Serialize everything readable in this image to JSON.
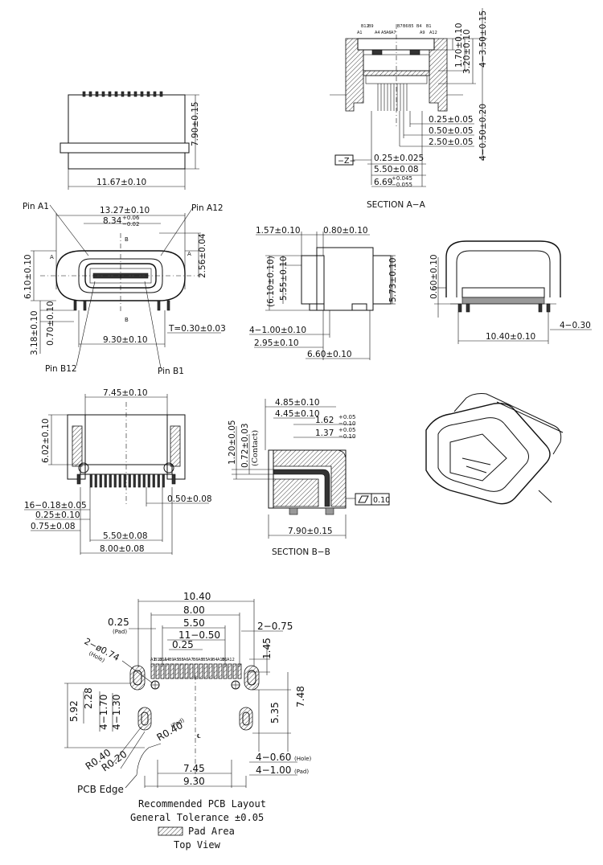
{
  "section_aa": {
    "dims_right": [
      "1.70±0.10",
      "3.20±0.10",
      "4−3.50±0.15",
      "4−0.50±0.20"
    ],
    "dims_bottom": [
      "0.25±0.05",
      "0.50±0.05",
      "2.50±0.05"
    ],
    "datum": "−Z−",
    "dim_a": "0.25±0.025",
    "dim_b": "5.50±0.08",
    "dim_c_base": "6.69",
    "dim_c_tol_upper": "+0.045",
    "dim_c_tol_lower": "−0.055",
    "pin_labels": [
      "B12",
      "B9",
      "A1",
      "A4",
      "A5",
      "A6",
      "A7",
      "B7",
      "B6",
      "B5",
      "B4",
      "B1",
      "A9",
      "A12"
    ],
    "caption": "SECTION A−A"
  },
  "side_view": {
    "height_dim": "7.90±0.15",
    "width_dim": "11.67±0.10"
  },
  "front_view": {
    "pin_a1": "Pin A1",
    "pin_a12": "Pin A12",
    "pin_b12": "Pin B12",
    "pin_b1": "Pin B1",
    "dim_top": "13.27±0.10",
    "dim_inner_base": "8.34",
    "dim_inner_tol_upper": "+0.06",
    "dim_inner_tol_lower": "−0.02",
    "dim_right": "2.56±0.04",
    "dim_left": "6.10±0.10",
    "dim_bottom_left_a": "3.18±0.10",
    "dim_bottom_left_b": "0.70±0.10",
    "dim_bottom": "9.30±0.10",
    "dim_t": "T=0.30±0.03",
    "section_mark": "A",
    "section_mark_b": "B"
  },
  "mid_view": {
    "dim_top_left": "1.57±0.10",
    "dim_top_right": "0.80±0.10",
    "dim_left_a": "(6.10±0.10)",
    "dim_left_b": "5.55±0.10",
    "dim_right": "5.73±0.10",
    "dim_bottom_a": "4−1.00±0.10",
    "dim_bottom_b": "2.95±0.10",
    "dim_bottom_c": "6.60±0.10"
  },
  "right_view": {
    "dim_left": "0.60±0.10",
    "dim_bottom": "10.40±0.10",
    "dim_right": "4−0.30"
  },
  "bottom_left_view": {
    "dim_top": "7.45±0.10",
    "dim_left": "6.02±0.10",
    "dim_pins": "16−0.18±0.05",
    "dim_a": "0.25±0.10",
    "dim_b": "0.75±0.08",
    "dim_right": "0.50±0.08",
    "dim_c": "5.50±0.08",
    "dim_d": "8.00±0.08"
  },
  "section_bb": {
    "dim_a": "4.85±0.10",
    "dim_b": "4.45±0.10",
    "dim_c_base": "1.62",
    "dim_c_tol_upper": "+0.05",
    "dim_c_tol_lower": "−0.10",
    "dim_d_base": "1.37",
    "dim_d_tol_upper": "+0.05",
    "dim_d_tol_lower": "−0.10",
    "dim_left_a": "1.20±0.05",
    "dim_left_b": "0.72±0.03",
    "contact_label": "(Contact)",
    "flatness": "0.10",
    "dim_bottom": "7.90±0.15",
    "caption": "SECTION B−B"
  },
  "pcb_layout": {
    "dim_top": "10.40",
    "dim_b": "8.00",
    "dim_c": "5.50",
    "dim_pad_width": "0.25",
    "pad_label": "(Pad)",
    "dim_slots": "2−0.75",
    "dim_pitch": "11−0.50",
    "dim_gap": "0.25",
    "dim_right_top": "1.45",
    "dim_holes": "2−ø0.74",
    "hole_label": "(Hole)",
    "dim_left_outer": "5.92",
    "dim_left_a": "2.28",
    "dim_left_b": "4−1.70",
    "dim_left_c": "4−1.30",
    "dim_right_a": "5.35",
    "dim_right_b": "7.48",
    "dim_radius_pad": "R0.40",
    "radius_pad_label": "(Pad)",
    "dim_r040": "R0.40",
    "dim_r020": "R0.20",
    "dim_bottom_a": "7.45",
    "dim_bottom_b": "9.30",
    "dim_hole_slot": "4−0.60",
    "hole_slot_label": "(Hole)",
    "dim_pad_slot": "4−1.00",
    "pad_slot_label": "(Pad)",
    "pcb_edge": "PCB Edge",
    "pin_row_labels": [
      "A1",
      "B12",
      "B11",
      "A4",
      "B9",
      "A5",
      "B8",
      "A6",
      "A7",
      "B6",
      "A8",
      "B5",
      "A9",
      "B4",
      "A10",
      "B1",
      "A12"
    ],
    "cl_mark": "℄"
  },
  "notes": {
    "line1": "Recommended PCB Layout",
    "line2": "General Tolerance ±0.05",
    "legend": "Pad Area",
    "line4": "Top View"
  }
}
